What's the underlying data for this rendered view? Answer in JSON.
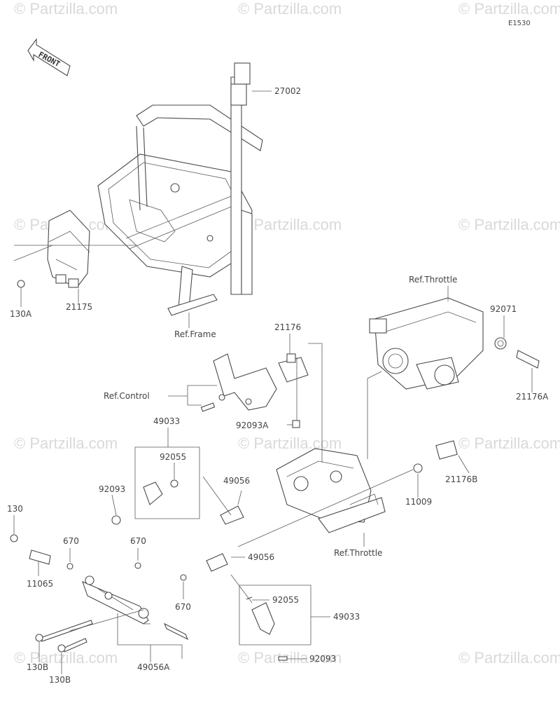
{
  "diagram": {
    "code": "E1530",
    "front_label": "FRONT",
    "watermark": "© Partzilla.com",
    "parts": [
      {
        "id": "p27002",
        "label": "27002"
      },
      {
        "id": "p130A",
        "label": "130A"
      },
      {
        "id": "p21175",
        "label": "21175"
      },
      {
        "id": "pRefFrame",
        "label": "Ref.Frame"
      },
      {
        "id": "p21176",
        "label": "21176"
      },
      {
        "id": "pRefControl",
        "label": "Ref.Control"
      },
      {
        "id": "p92093A",
        "label": "92093A"
      },
      {
        "id": "pRefThrottleTop",
        "label": "Ref.Throttle"
      },
      {
        "id": "p92071",
        "label": "92071"
      },
      {
        "id": "p21176A",
        "label": "21176A"
      },
      {
        "id": "p21176B",
        "label": "21176B"
      },
      {
        "id": "p11009",
        "label": "11009"
      },
      {
        "id": "pRefThrottleBottom",
        "label": "Ref.Throttle"
      },
      {
        "id": "p49033a",
        "label": "49033"
      },
      {
        "id": "p92055a",
        "label": "92055"
      },
      {
        "id": "p92093a",
        "label": "92093"
      },
      {
        "id": "p49056a",
        "label": "49056"
      },
      {
        "id": "p130",
        "label": "130"
      },
      {
        "id": "p670a",
        "label": "670"
      },
      {
        "id": "p670b",
        "label": "670"
      },
      {
        "id": "p11065",
        "label": "11065"
      },
      {
        "id": "p49056b",
        "label": "49056"
      },
      {
        "id": "p670c",
        "label": "670"
      },
      {
        "id": "p92055b",
        "label": "92055"
      },
      {
        "id": "p49033b",
        "label": "49033"
      },
      {
        "id": "p130B1",
        "label": "130B"
      },
      {
        "id": "p130B2",
        "label": "130B"
      },
      {
        "id": "p49056A",
        "label": "49056A"
      },
      {
        "id": "p92093b",
        "label": "92093"
      }
    ]
  }
}
